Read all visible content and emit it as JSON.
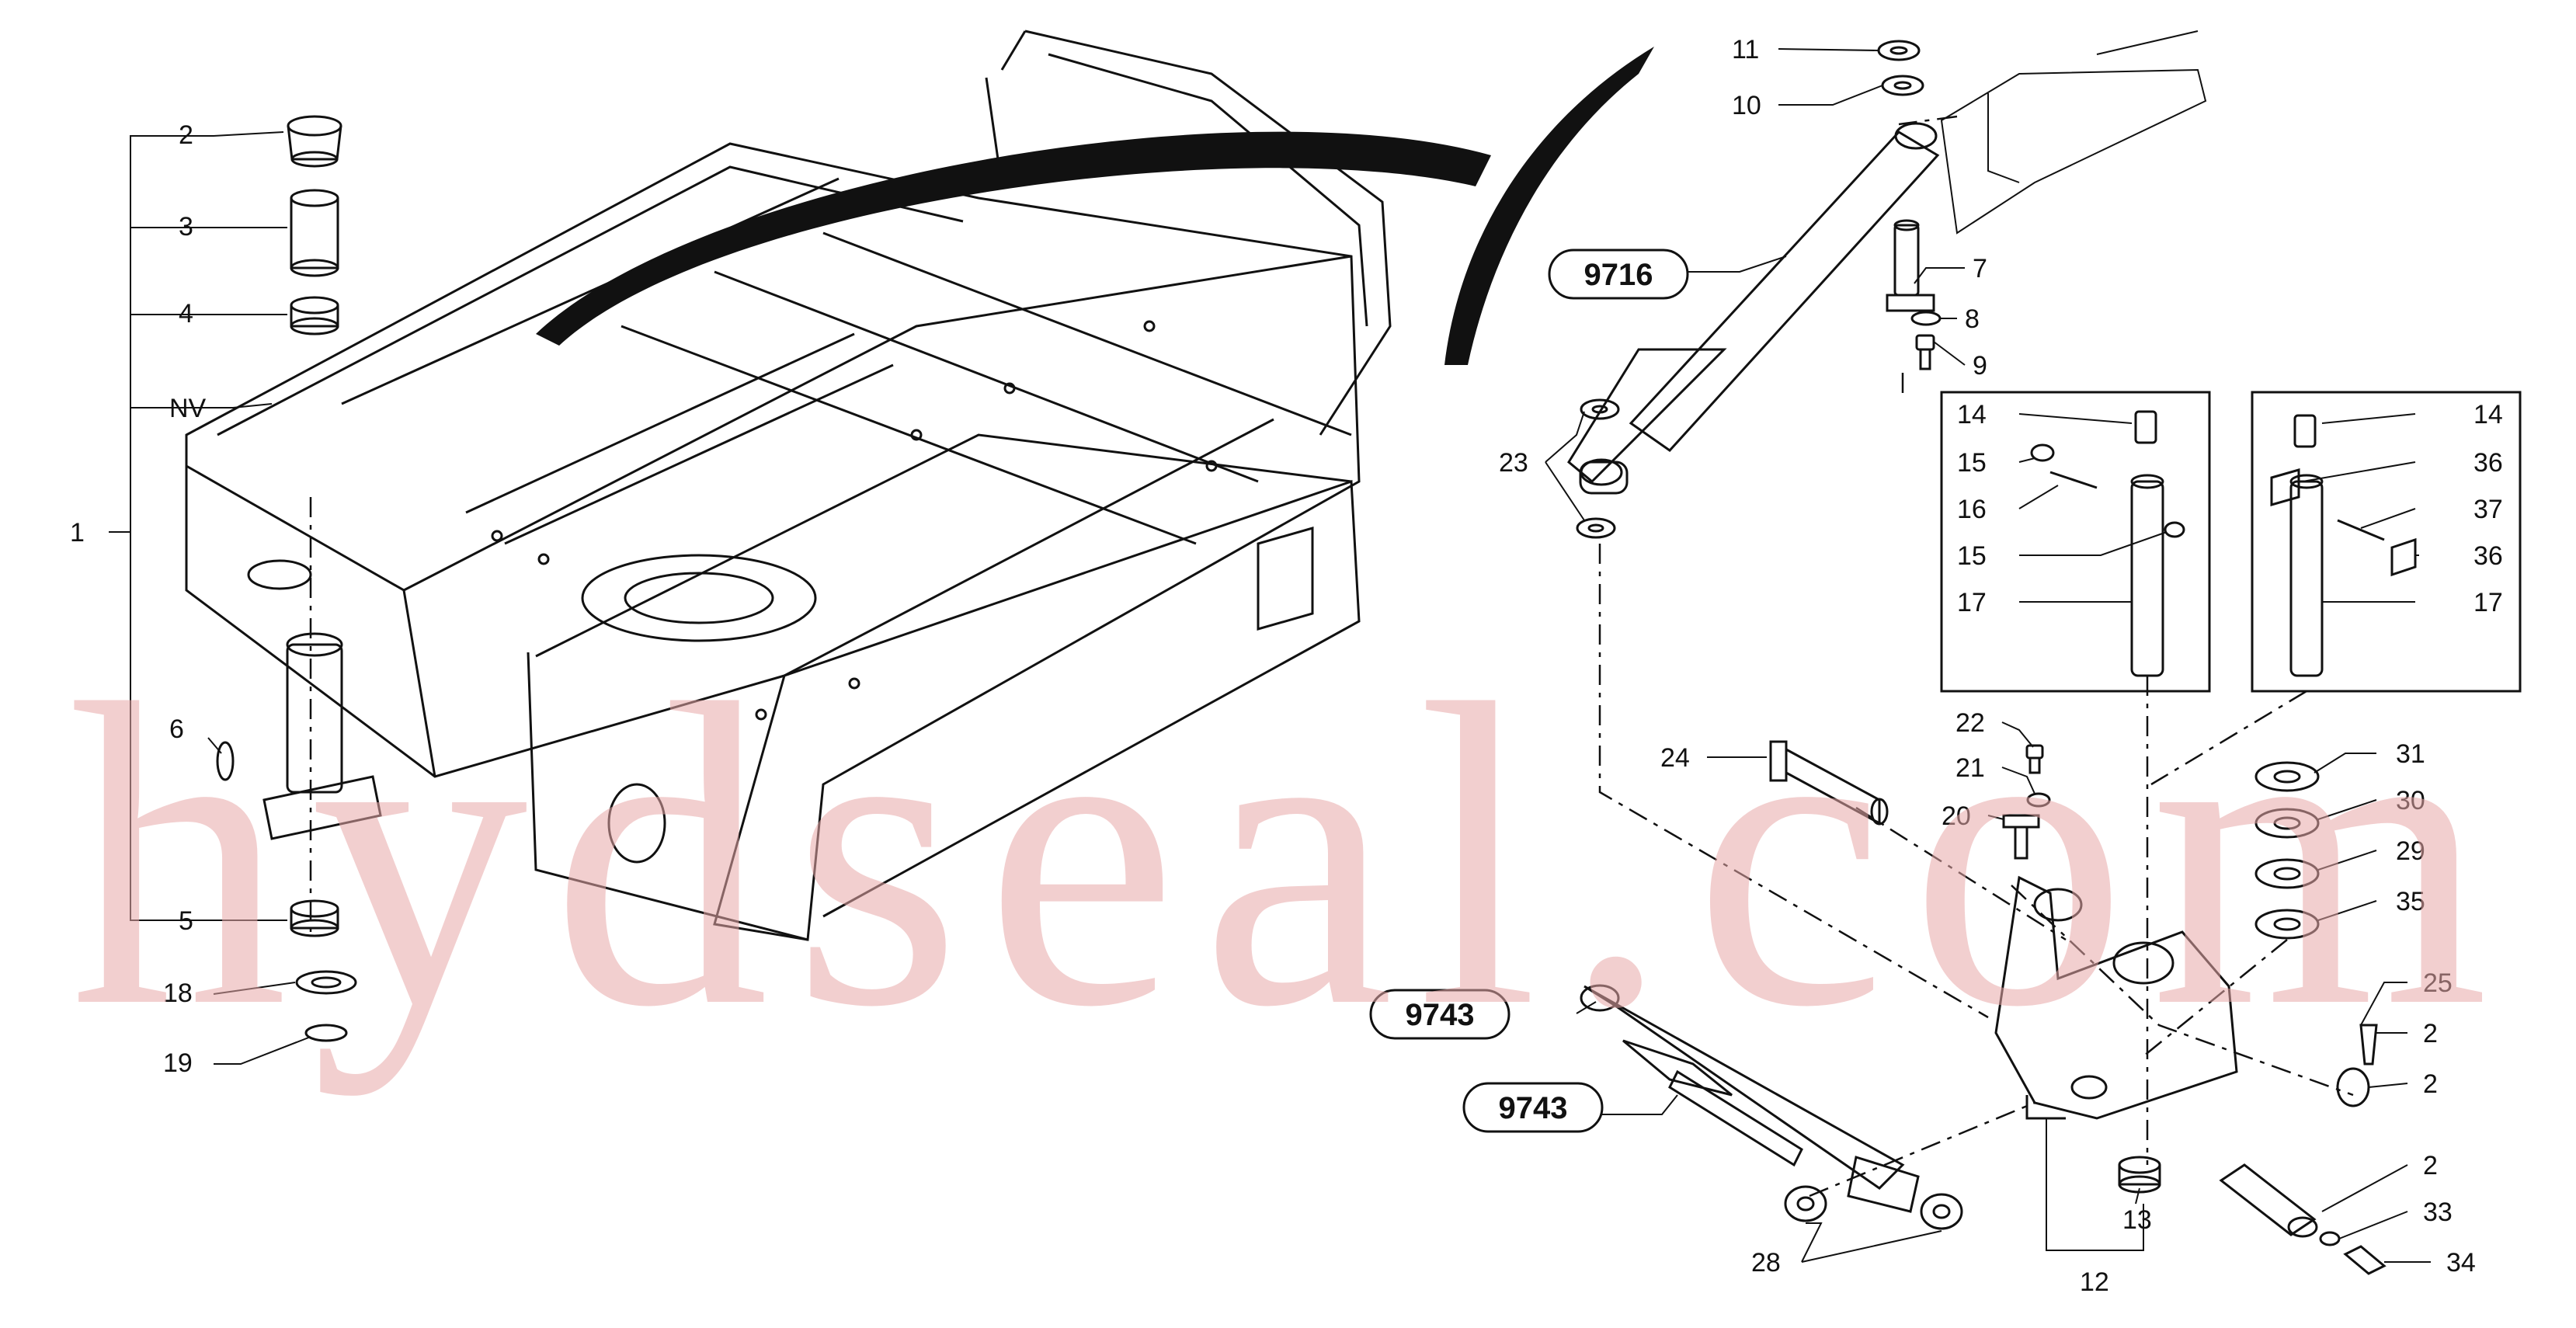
{
  "watermark": {
    "text": "hydseal.com"
  },
  "callout_boxes": [
    {
      "id": "cb-9716",
      "label": "9716"
    },
    {
      "id": "cb-9743a",
      "label": "9743"
    },
    {
      "id": "cb-9743b",
      "label": "9743"
    }
  ],
  "callouts": [
    {
      "id": "c-2",
      "label": "2"
    },
    {
      "id": "c-3",
      "label": "3"
    },
    {
      "id": "c-4",
      "label": "4"
    },
    {
      "id": "c-nv",
      "label": "NV"
    },
    {
      "id": "c-1",
      "label": "1"
    },
    {
      "id": "c-6",
      "label": "6"
    },
    {
      "id": "c-5",
      "label": "5"
    },
    {
      "id": "c-18",
      "label": "18"
    },
    {
      "id": "c-19",
      "label": "19"
    },
    {
      "id": "c-11",
      "label": "11"
    },
    {
      "id": "c-10",
      "label": "10"
    },
    {
      "id": "c-7",
      "label": "7"
    },
    {
      "id": "c-8",
      "label": "8"
    },
    {
      "id": "c-9",
      "label": "9"
    },
    {
      "id": "c-23",
      "label": "23"
    },
    {
      "id": "c-14a",
      "label": "14"
    },
    {
      "id": "c-15a",
      "label": "15"
    },
    {
      "id": "c-16",
      "label": "16"
    },
    {
      "id": "c-15b",
      "label": "15"
    },
    {
      "id": "c-17a",
      "label": "17"
    },
    {
      "id": "c-14b",
      "label": "14"
    },
    {
      "id": "c-36a",
      "label": "36"
    },
    {
      "id": "c-37",
      "label": "37"
    },
    {
      "id": "c-36b",
      "label": "36"
    },
    {
      "id": "c-17b",
      "label": "17"
    },
    {
      "id": "c-22",
      "label": "22"
    },
    {
      "id": "c-21",
      "label": "21"
    },
    {
      "id": "c-24",
      "label": "24"
    },
    {
      "id": "c-20",
      "label": "20"
    },
    {
      "id": "c-31",
      "label": "31"
    },
    {
      "id": "c-30",
      "label": "30"
    },
    {
      "id": "c-29",
      "label": "29"
    },
    {
      "id": "c-35",
      "label": "35"
    },
    {
      "id": "c-25",
      "label": "25"
    },
    {
      "id": "c-2x",
      "label": "2"
    },
    {
      "id": "c-2y",
      "label": "2"
    },
    {
      "id": "c-2z",
      "label": "2"
    },
    {
      "id": "c-13",
      "label": "13"
    },
    {
      "id": "c-33",
      "label": "33"
    },
    {
      "id": "c-34",
      "label": "34"
    },
    {
      "id": "c-12",
      "label": "12"
    },
    {
      "id": "c-28",
      "label": "28"
    }
  ]
}
